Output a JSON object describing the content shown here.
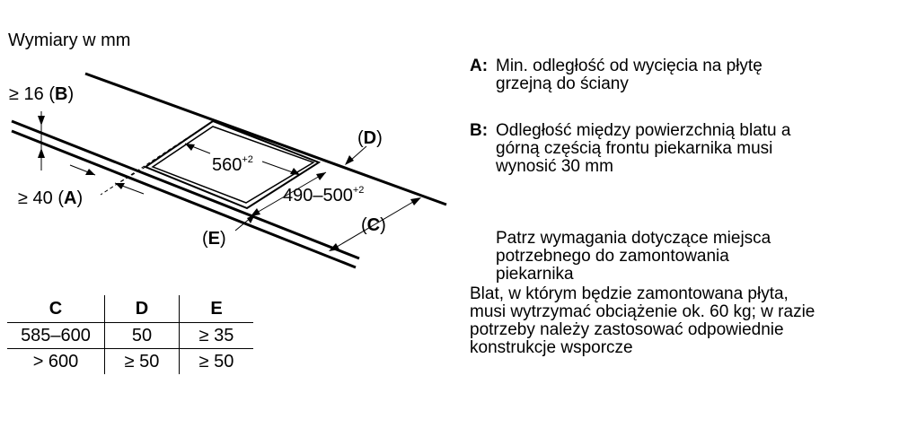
{
  "diagram": {
    "units_note": "Wymiary w mm",
    "dim_b": {
      "prefix": "≥ 16 (",
      "letter": "B",
      "suffix": ")"
    },
    "dim_a": {
      "prefix": "≥ 40 (",
      "letter": "A",
      "suffix": ")"
    },
    "cutout_width": {
      "value": "560",
      "tol": "+2"
    },
    "cutout_depth": {
      "value": "490–500",
      "tol": "+2"
    },
    "label_d": {
      "open": "(",
      "letter": "D",
      "close": ")"
    },
    "label_c": {
      "open": "(",
      "letter": "C",
      "close": ")"
    },
    "label_e": {
      "open": "(",
      "letter": "E",
      "close": ")"
    }
  },
  "table": {
    "headers": [
      "C",
      "D",
      "E"
    ],
    "rows": [
      [
        "585–600",
        "50",
        "≥ 35"
      ],
      [
        "> 600",
        "≥ 50",
        "≥ 50"
      ]
    ]
  },
  "notes": {
    "a": {
      "key": "A:",
      "lines": [
        "Min. odległość od wycięcia na płytę",
        "grzejną do ściany"
      ]
    },
    "b": {
      "key": "B:",
      "lines": [
        "Odległość między powierzchnią blatu a",
        "górną częścią frontu piekarnika musi",
        "wynosić 30 mm"
      ]
    },
    "info": [
      "Patrz wymagania dotyczące miejsca",
      "potrzebnego do zamontowania",
      "piekarnika"
    ],
    "warning": [
      "Blat, w którym będzie zamontowana płyta,",
      "musi wytrzymać obciążenie ok. 60 kg; w razie",
      "potrzeby należy zastosować odpowiednie",
      "konstrukcje wsporcze"
    ]
  }
}
